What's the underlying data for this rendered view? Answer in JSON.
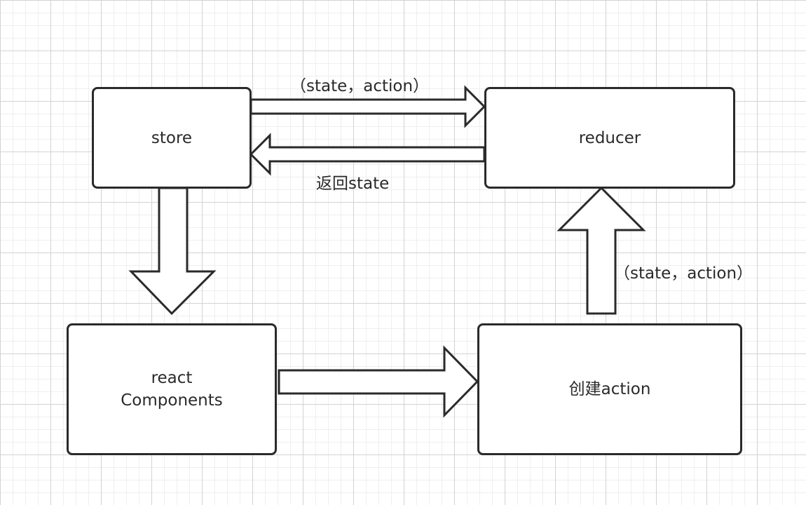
{
  "nodes": {
    "store": "store",
    "reducer": "reducer",
    "react_components_line1": "react",
    "react_components_line2": "Components",
    "create_action": "创建action"
  },
  "edges": {
    "store_to_reducer": "（state，action）",
    "reducer_to_store": "返回state",
    "action_to_reducer": "（state，action）"
  },
  "colors": {
    "stroke": "#2a2a2a",
    "fill": "#ffffff",
    "grid": "#bcbcbc"
  }
}
